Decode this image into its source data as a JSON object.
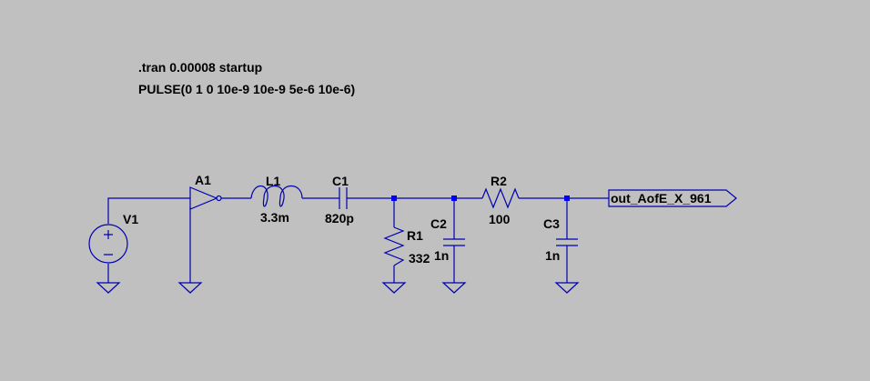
{
  "directives": [
    ".tran 0.00008 startup",
    "PULSE(0 1 0 10e-9 10e-9 5e-6 10e-6)"
  ],
  "components": {
    "V1": {
      "ref": "V1"
    },
    "A1": {
      "ref": "A1"
    },
    "L1": {
      "ref": "L1",
      "value": "3.3m"
    },
    "C1": {
      "ref": "C1",
      "value": "820p"
    },
    "R1": {
      "ref": "R1",
      "value": "332"
    },
    "C2": {
      "ref": "C2",
      "value": "1n"
    },
    "R2": {
      "ref": "R2",
      "value": "100"
    },
    "C3": {
      "ref": "C3",
      "value": "1n"
    }
  },
  "net_label": "out_AofE_X_961",
  "colors": {
    "background": "#c0c0c0",
    "wire": "#0000b0",
    "junction": "#0000ff",
    "text": "#000000"
  }
}
